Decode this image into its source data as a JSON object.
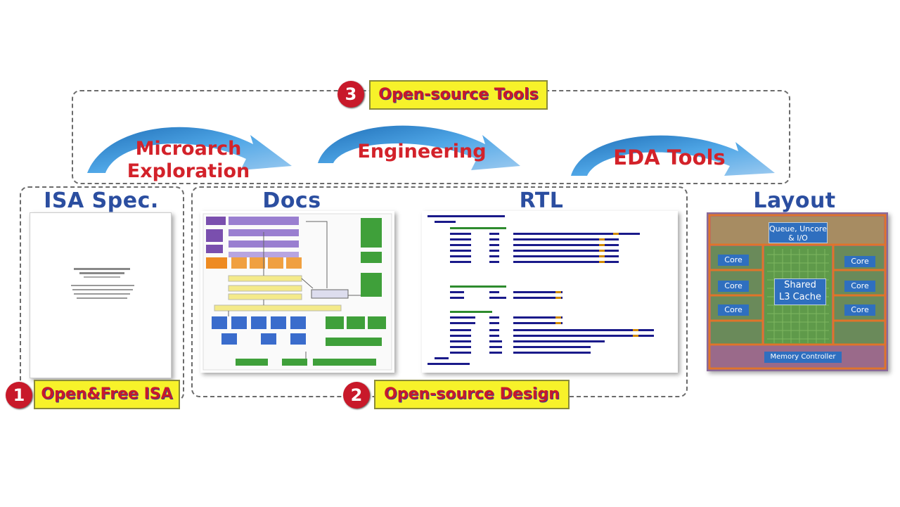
{
  "colors": {
    "title_blue": "#2b4ea0",
    "label_red": "#d3222a",
    "badge_red": "#c8192a",
    "highlight_yellow": "#f7f22a",
    "arrow_blue": "#3a8fd4",
    "die_orange": "#e0742a",
    "die_blue_panel": "#2f6fbf"
  },
  "columns": {
    "isa": "ISA Spec.",
    "docs": "Docs",
    "rtl": "RTL",
    "layout": "Layout"
  },
  "arrows": {
    "microarch_line1": "Microarch",
    "microarch_line2": "Exploration",
    "engineering": "Engineering",
    "eda": "EDA Tools"
  },
  "highlights": {
    "isa": {
      "number": "1",
      "label": "Open&Free ISA"
    },
    "design": {
      "number": "2",
      "label": "Open-source Design"
    },
    "tools": {
      "number": "3",
      "label": "Open-source Tools"
    }
  },
  "die": {
    "top": "Queue, Uncore & I/O",
    "core": "Core",
    "cache_line1": "Shared",
    "cache_line2": "L3 Cache",
    "memory": "Memory Controller"
  },
  "icons": {
    "arrows": "curved-arrow-icon",
    "badges": "number-circle-icon"
  }
}
